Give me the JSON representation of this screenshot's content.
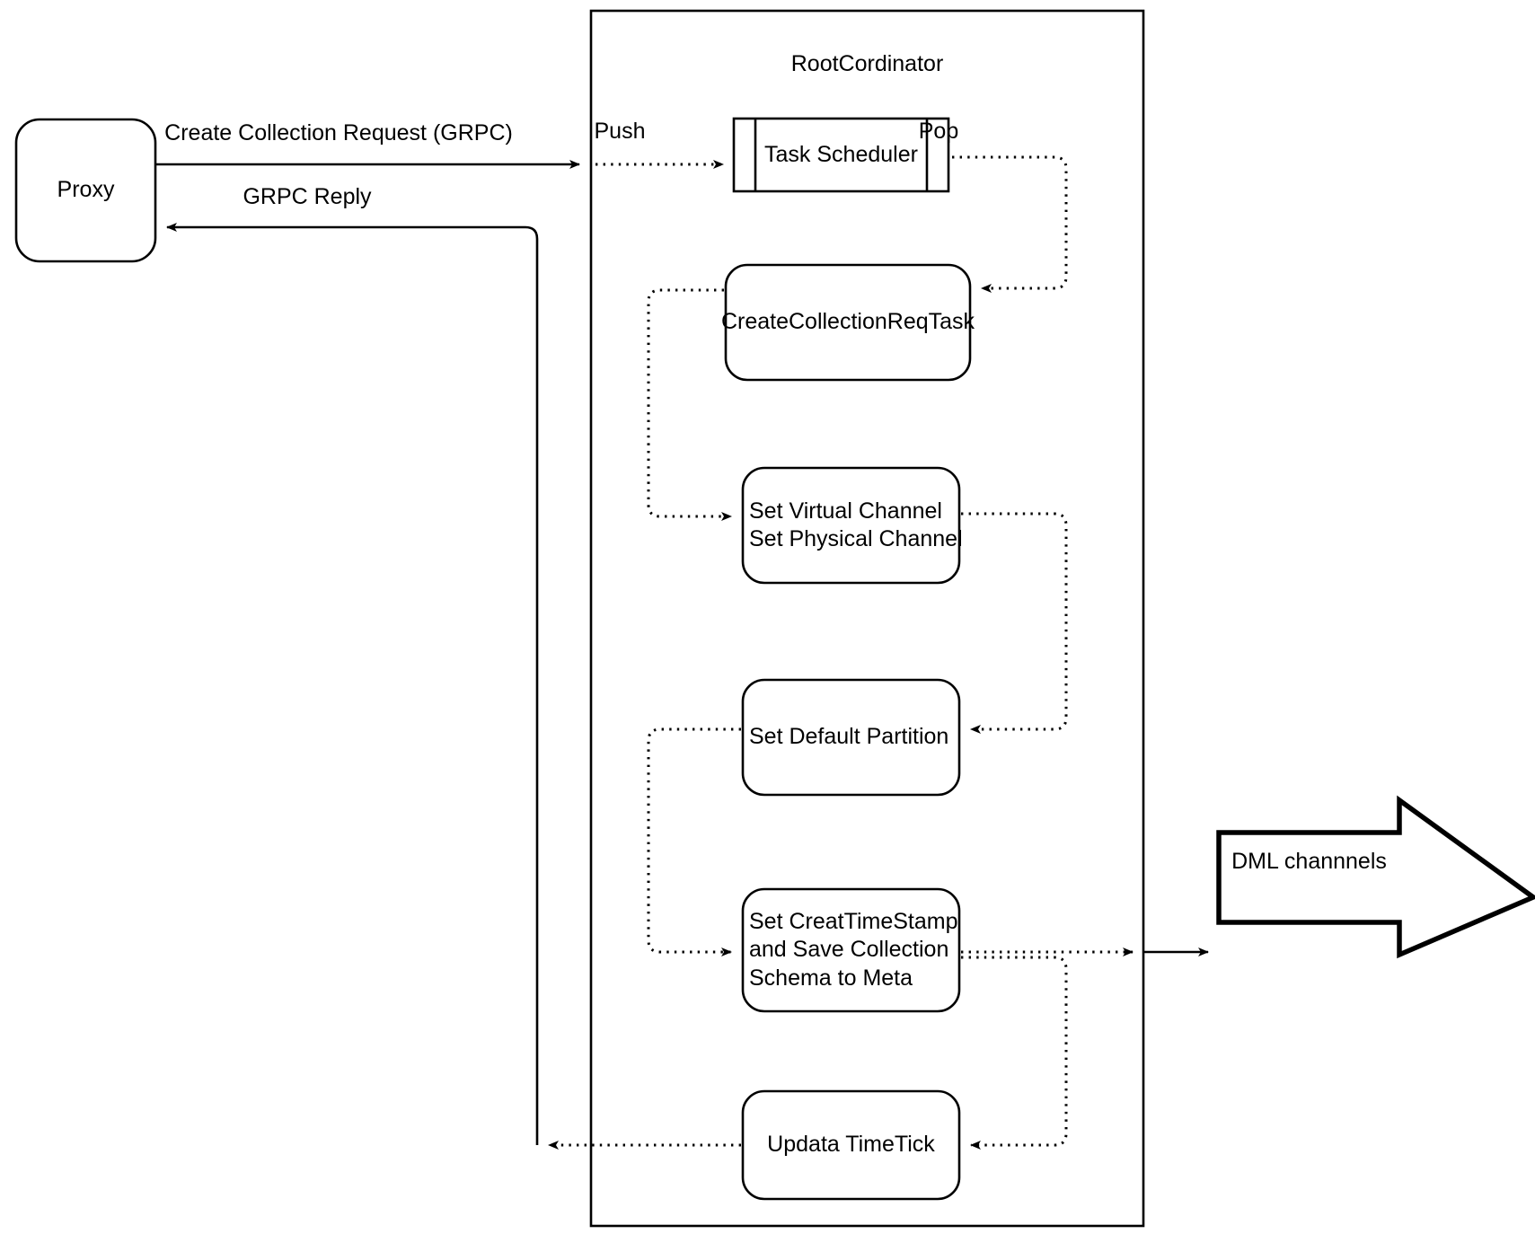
{
  "diagram": {
    "title_visible": false,
    "colors": {
      "stroke": "#000000",
      "fill": "#ffffff",
      "text": "#000000"
    },
    "container": {
      "label": "RootCordinator",
      "shape": "rectangle"
    },
    "nodes": [
      {
        "id": "proxy",
        "label": "Proxy",
        "shape": "rounded-rect",
        "align": "center"
      },
      {
        "id": "task-scheduler",
        "label": "Task Scheduler",
        "shape": "queue-rect",
        "align": "center"
      },
      {
        "id": "create-collection-req-task",
        "label": "CreateCollectionReqTask",
        "shape": "rounded-rect",
        "align": "center"
      },
      {
        "id": "set-virtual-physical-channel",
        "label": "Set Virtual Channel\nSet Physical Channel",
        "shape": "rounded-rect",
        "align": "left"
      },
      {
        "id": "set-default-partition",
        "label": "Set Default Partition",
        "shape": "rounded-rect",
        "align": "left"
      },
      {
        "id": "set-creat-timestamp-save-schema",
        "label": "Set CreatTimeStamp\nand Save Collection\nSchema to Meta",
        "shape": "rounded-rect",
        "align": "left"
      },
      {
        "id": "updata-timetick",
        "label": "Updata TimeTick",
        "shape": "rounded-rect",
        "align": "center"
      },
      {
        "id": "dml-channnels",
        "label": "DML channnels",
        "shape": "block-arrow-right",
        "align": "center"
      }
    ],
    "edge_labels": {
      "create_collection_request": "Create Collection Request (GRPC)",
      "grpc_reply": "GRPC Reply",
      "push": "Push",
      "pop": "Pop"
    },
    "edges": [
      {
        "from": "proxy",
        "to": "root-cordinator-boundary",
        "label": "Create Collection Request (GRPC)",
        "style": "solid",
        "arrow": "end"
      },
      {
        "from": "root-cordinator-boundary",
        "to": "task-scheduler",
        "label": "Push",
        "style": "dotted",
        "arrow": "end"
      },
      {
        "from": "task-scheduler",
        "to": "create-collection-req-task",
        "label": "Pop",
        "style": "dotted",
        "arrow": "end"
      },
      {
        "from": "create-collection-req-task",
        "to": "set-virtual-physical-channel",
        "label": "",
        "style": "dotted",
        "arrow": "end"
      },
      {
        "from": "set-virtual-physical-channel",
        "to": "set-default-partition",
        "label": "",
        "style": "dotted",
        "arrow": "end"
      },
      {
        "from": "set-default-partition",
        "to": "set-creat-timestamp-save-schema",
        "label": "",
        "style": "dotted",
        "arrow": "end"
      },
      {
        "from": "set-creat-timestamp-save-schema",
        "to": "dml-channnels",
        "label": "",
        "style": "dotted-then-solid",
        "arrow": "end"
      },
      {
        "from": "set-creat-timestamp-save-schema",
        "to": "updata-timetick",
        "label": "",
        "style": "dotted",
        "arrow": "end"
      },
      {
        "from": "updata-timetick",
        "to": "proxy",
        "label": "GRPC Reply",
        "style": "dotted-then-solid",
        "arrow": "end"
      }
    ]
  }
}
